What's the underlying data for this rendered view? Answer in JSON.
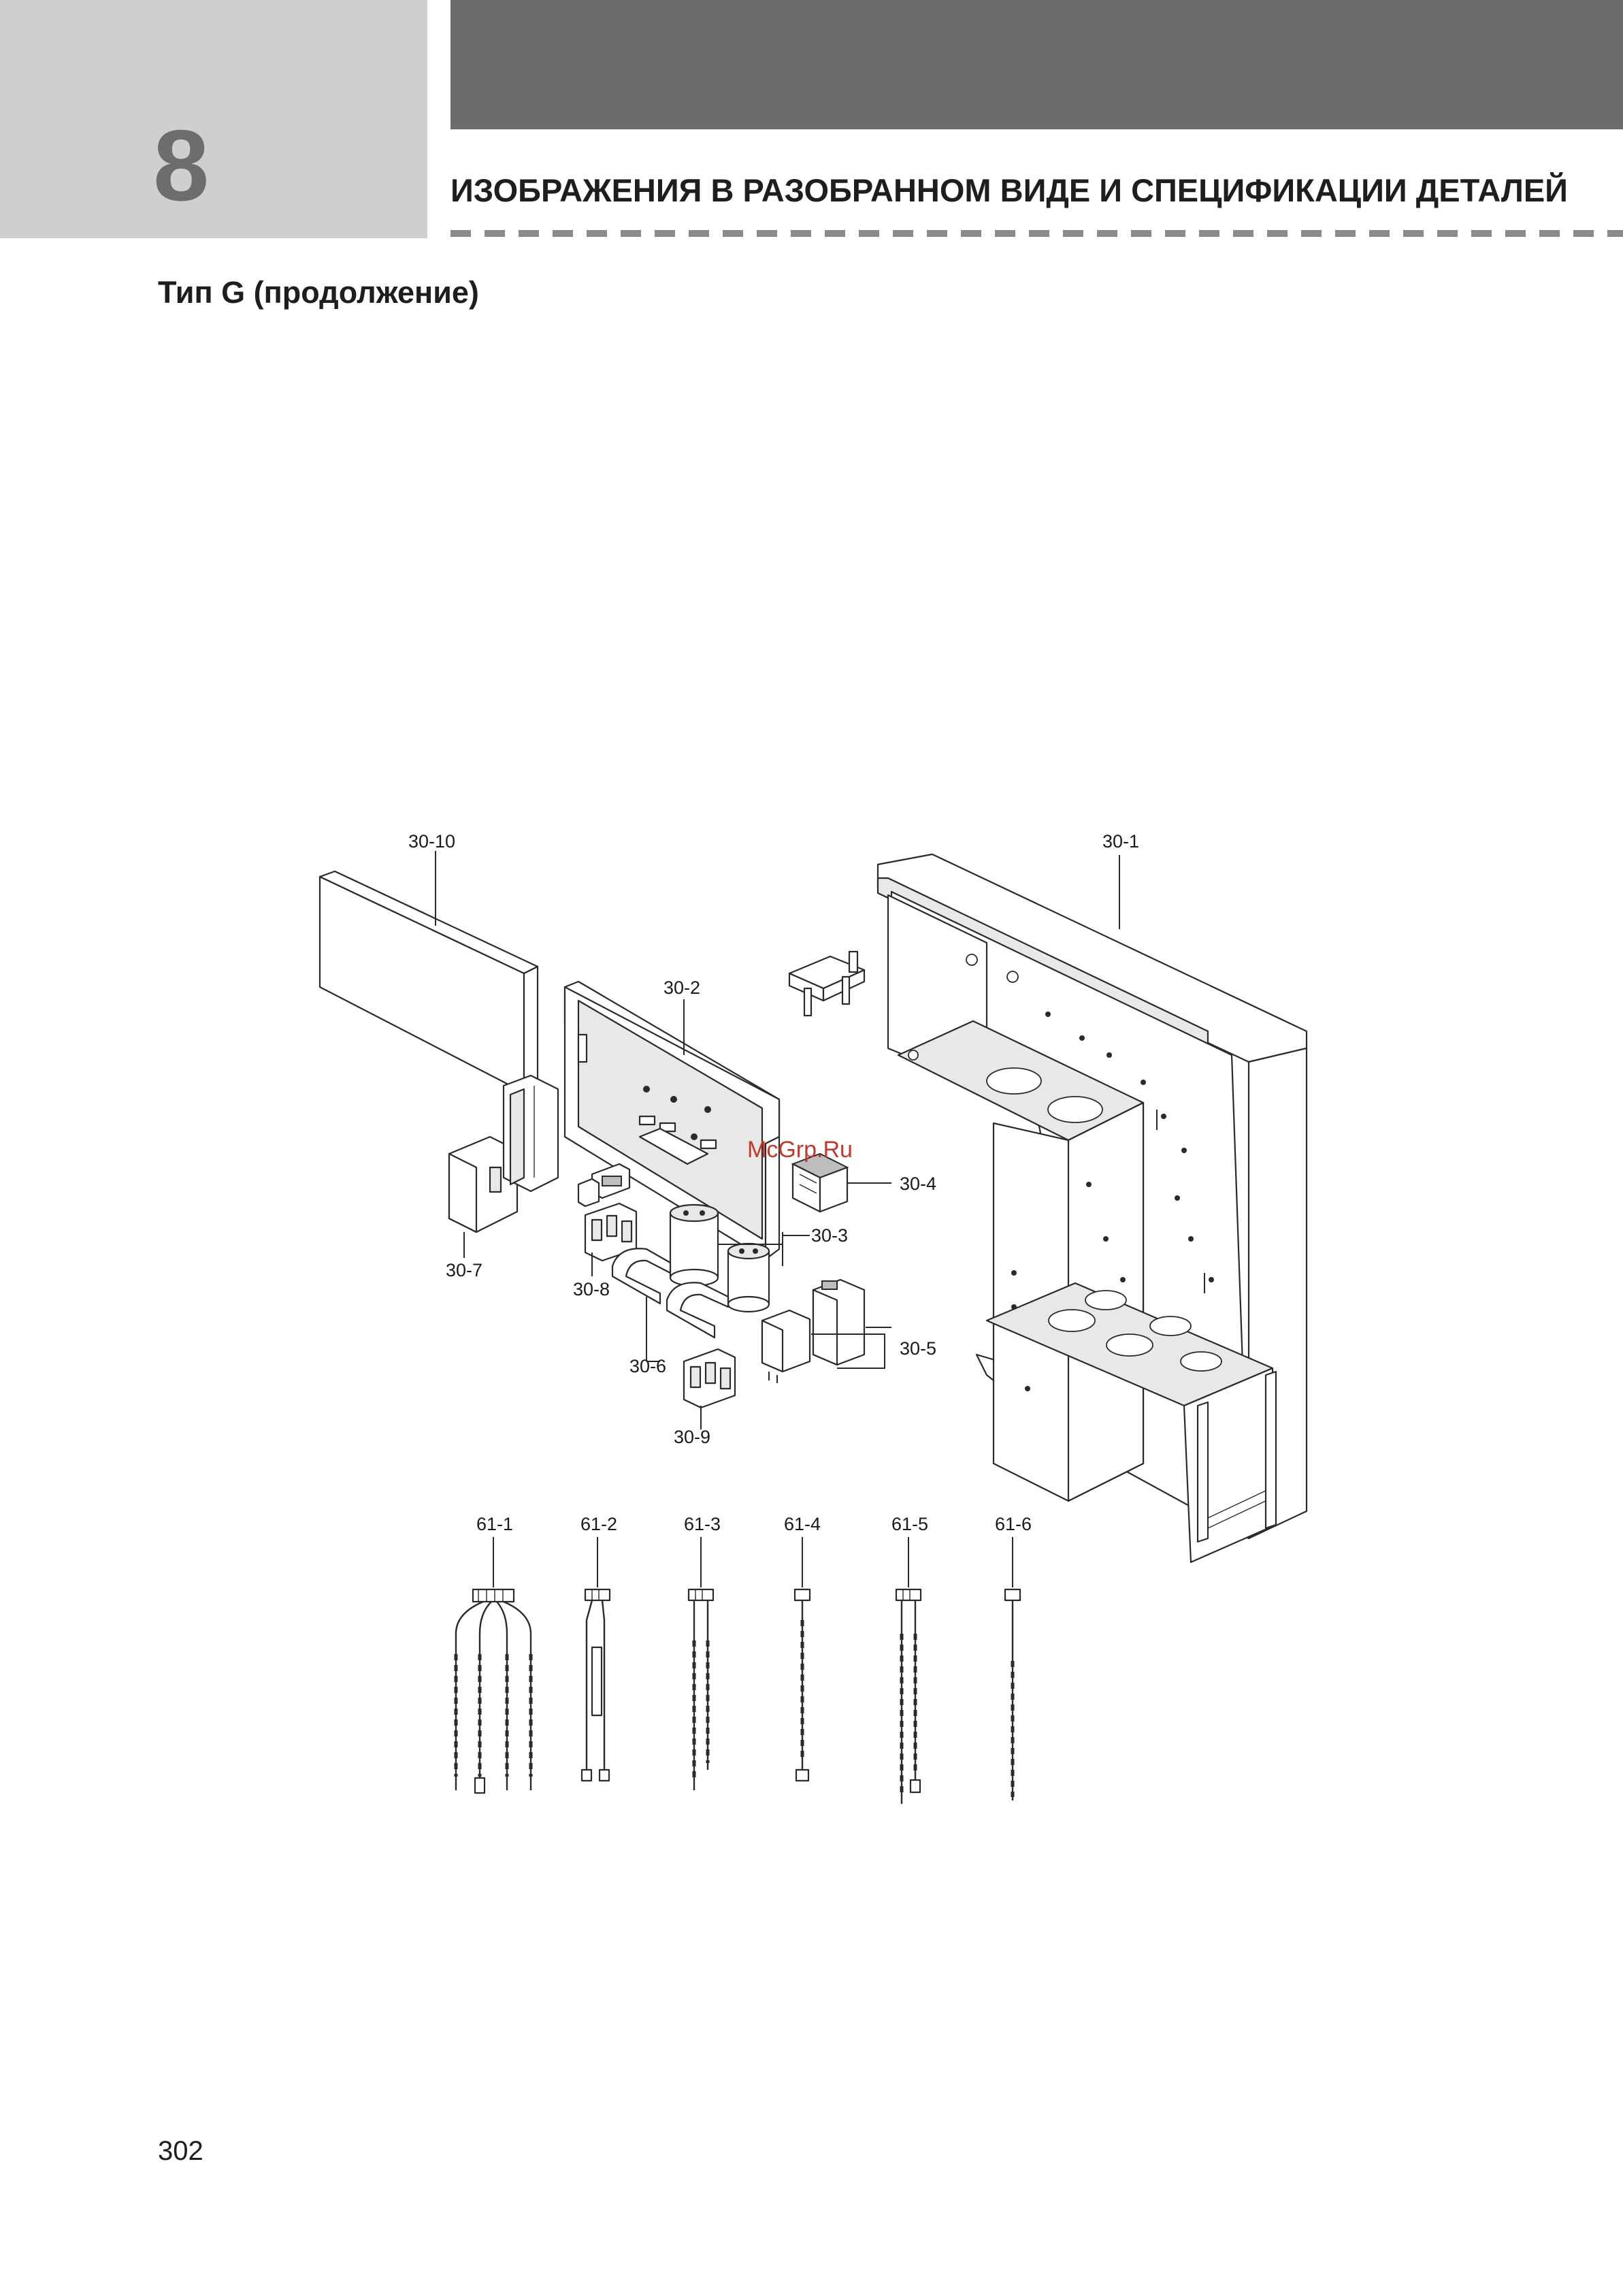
{
  "chapter": {
    "number": "8"
  },
  "header": {
    "title": "ИЗОБРАЖЕНИЯ В РАЗОБРАННОМ ВИДЕ И СПЕЦИФИКАЦИИ ДЕТАЛЕЙ"
  },
  "subtitle": "Тип G (продолжение)",
  "diagram": {
    "watermark": "McGrp.Ru",
    "labels": {
      "p30_1": "30-1",
      "p30_2": "30-2",
      "p30_3": "30-3",
      "p30_4": "30-4",
      "p30_5": "30-5",
      "p30_6": "30-6",
      "p30_7": "30-7",
      "p30_8": "30-8",
      "p30_9": "30-9",
      "p30_10": "30-10",
      "p61_1": "61-1",
      "p61_2": "61-2",
      "p61_3": "61-3",
      "p61_4": "61-4",
      "p61_5": "61-5",
      "p61_6": "61-6"
    }
  },
  "footer": {
    "page_number": "302"
  }
}
